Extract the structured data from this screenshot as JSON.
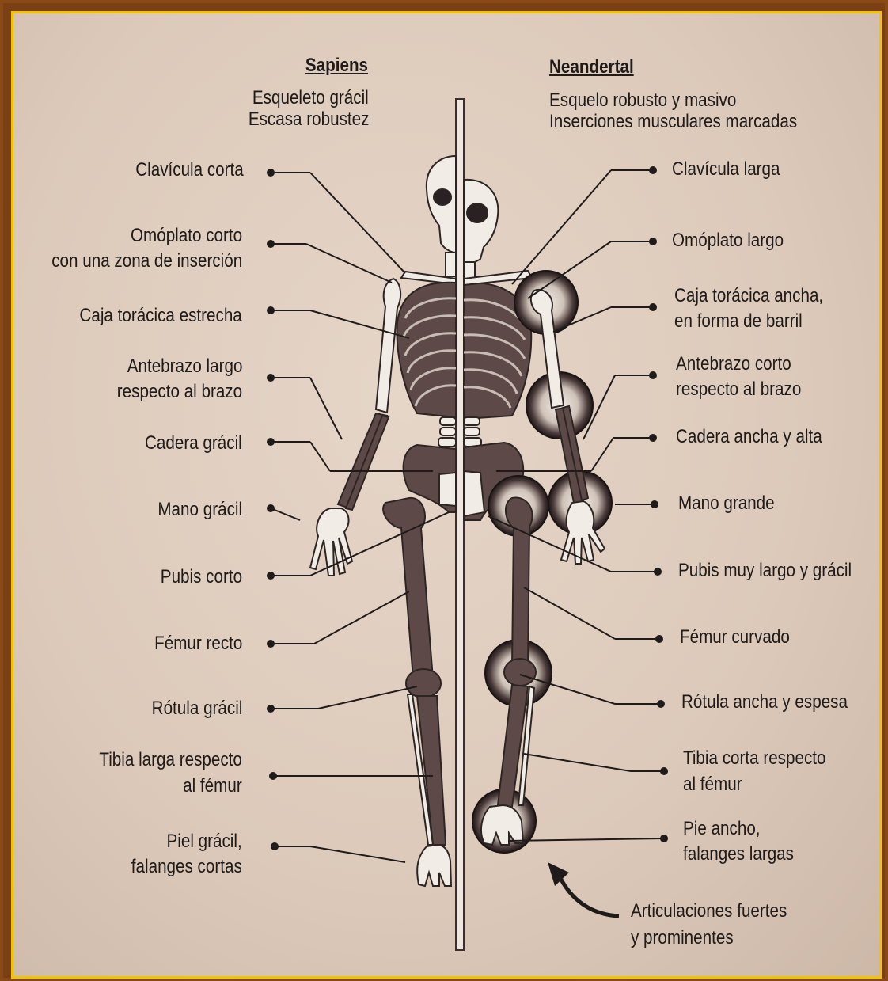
{
  "sapiens": {
    "title": "Sapiens",
    "desc_line1": "Esqueleto grácil",
    "desc_line2": "Escasa robustez",
    "labels": [
      "Clavícula corta",
      "Omóplato corto",
      "con una zona de inserción",
      "Caja torácica estrecha",
      "Antebrazo largo",
      "respecto al brazo",
      "Cadera grácil",
      "Mano grácil",
      "Pubis corto",
      "Fémur recto",
      "Rótula grácil",
      "Tibia larga respecto",
      "al fémur",
      "Piel grácil,",
      "falanges cortas"
    ]
  },
  "neandertal": {
    "title": "Neandertal",
    "desc_line1": "Esquelo robusto y masivo",
    "desc_line2": "Inserciones musculares marcadas",
    "labels": [
      "Clavícula larga",
      "Omóplato largo",
      "Caja torácica ancha,",
      "en forma de barril",
      "Antebrazo corto",
      "respecto al brazo",
      "Cadera ancha y alta",
      "Mano grande",
      "Pubis muy largo y grácil",
      "Fémur curvado",
      "Rótula ancha y espesa",
      "Tibia corta respecto",
      "al fémur",
      "Pie ancho,",
      "falanges largas"
    ]
  },
  "annotation": {
    "line1": "Articulaciones fuertes",
    "line2": "y prominentes"
  },
  "colors": {
    "frame": "#7a3f15",
    "border_accent": "#f2c400",
    "paper": "#dcc9ba",
    "bone_dark": "#5d4a48",
    "bone_light": "#f1ece6",
    "ink": "#1e1b1a"
  }
}
